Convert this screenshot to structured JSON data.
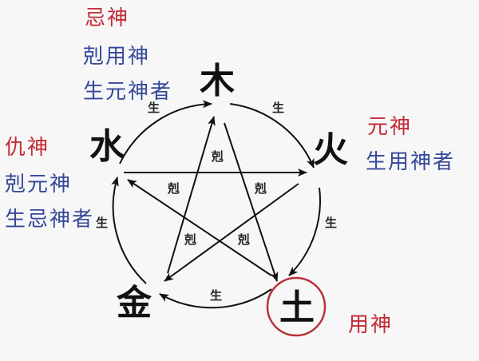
{
  "elements": {
    "wood": "木",
    "fire": "火",
    "earth": "土",
    "metal": "金",
    "water": "水"
  },
  "annotations": {
    "wood": {
      "title": "忌神",
      "lines": [
        "剋用神",
        "生元神者"
      ]
    },
    "water": {
      "title": "仇神",
      "lines": [
        "剋元神",
        "生忌神者"
      ]
    },
    "fire": {
      "title": "元神",
      "lines": [
        "生用神者"
      ]
    },
    "earth": {
      "title": "用神"
    }
  },
  "relations": {
    "generate_label": "生",
    "control_label": "剋"
  },
  "colors": {
    "title_red": "#c32a36",
    "text_blue": "#35479a",
    "earth_circle": "#b8323a",
    "line": "#111111"
  }
}
